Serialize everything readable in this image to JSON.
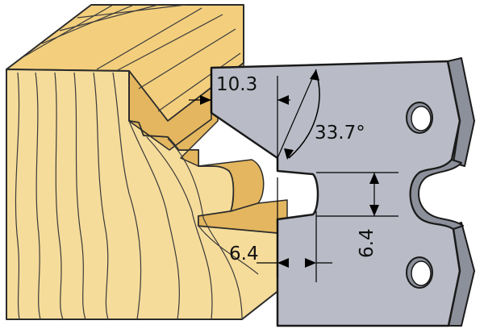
{
  "diagram": {
    "dimensions": {
      "top_width": "10.3",
      "angle": "33.7°",
      "step_depth": "6.4",
      "step_height": "6.4"
    },
    "colors": {
      "wood_face": "#f6dc9a",
      "wood_top": "#f3cf7d",
      "wood_shadow": "#e3b65f",
      "wood_outline": "#2b2b2b",
      "grain": "#3a3a3a",
      "knife_face": "#b9bcc6",
      "knife_edge": "#8c909b",
      "knife_outline": "#1a1a1a",
      "dim_line": "#000000"
    }
  }
}
